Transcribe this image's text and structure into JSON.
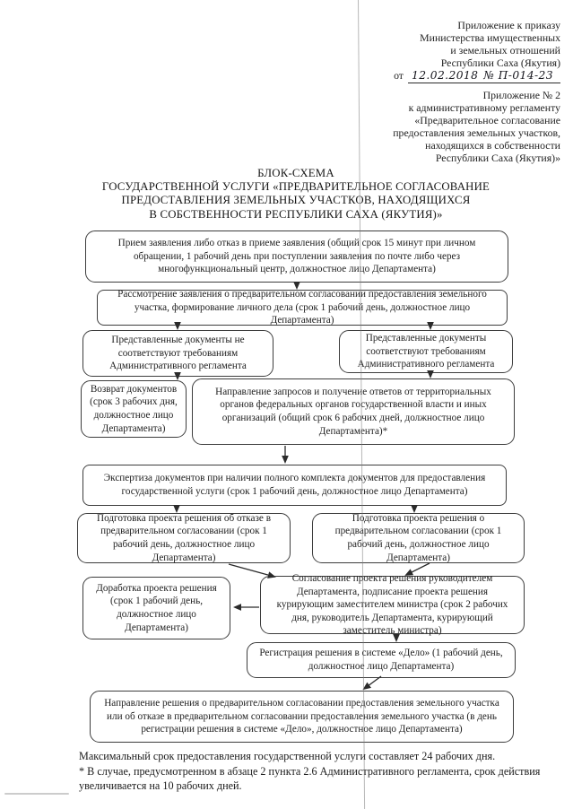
{
  "page": {
    "header_order": {
      "lines": [
        "Приложение к приказу",
        "Министерства имущественных",
        "и земельных отношений",
        "Республики Саха (Якутия)"
      ],
      "date_prefix": "от",
      "date_handwritten": "12.02.2018",
      "number_handwritten": "№ П-014-23"
    },
    "header_appendix": {
      "lines": [
        "Приложение № 2",
        "к административному регламенту",
        "«Предварительное согласование",
        "предоставления земельных участков,",
        "находящихся в собственности",
        "Республики Саха (Якутия)»"
      ]
    },
    "title": {
      "lines": [
        "БЛОК-СХЕМА",
        "ГОСУДАРСТВЕННОЙ УСЛУГИ «ПРЕДВАРИТЕЛЬНОЕ СОГЛАСОВАНИЕ",
        "ПРЕДОСТАВЛЕНИЯ ЗЕМЕЛЬНЫХ УЧАСТКОВ, НАХОДЯЩИХСЯ",
        "В СОБСТВЕННОСТИ РЕСПУБЛИКИ САХА (ЯКУТИЯ)»"
      ]
    },
    "flowchart": {
      "nodes": {
        "reception": "Прием заявления либо отказ в приеме заявления (общий срок 15 минут при личном обращении, 1 рабочий день при поступлении заявления по почте либо через многофункциональный центр, должностное лицо Департамента)",
        "review": "Рассмотрение заявления о предварительном согласовании предоставления земельного участка, формирование личного дела (срок 1 рабочий день, должностное лицо Департамента)",
        "docs_not_compliant": "Представленные документы не соответствуют требованиям Административного регламента",
        "docs_compliant": "Представленные документы соответствуют требованиям Административного регламента",
        "return_documents": "Возврат документов (срок 3 рабочих дня, должностное лицо Департамента)",
        "send_requests": "Направление запросов и получение ответов от территориальных органов федеральных органов государственной власти и иных организаций (общий срок 6 рабочих дней, должностное лицо Департамента)*",
        "expertise": "Экспертиза документов при наличии полного комплекта документов для предоставления государственной услуги (срок 1 рабочий день, должностное лицо Департамента)",
        "draft_refusal": "Подготовка проекта решения об отказе в предварительном согласовании (срок 1 рабочий день, должностное лицо Департамента)",
        "draft_approval": "Подготовка проекта решения о предварительном согласовании (срок 1 рабочий день, должностное лицо Департамента)",
        "rework": "Доработка проекта решения (срок 1 рабочий день, должностное лицо Департамента)",
        "coordination": "Согласование проекта решения руководителем Департамента, подписание проекта решения курирующим заместителем министра (срок 2 рабочих дня, руководитель Департамента, курирующий заместитель министра)",
        "registration": "Регистрация решения в системе «Дело» (1 рабочий день, должностное лицо Департамента)",
        "send_decision": "Направление решения о предварительном согласовании предоставления земельного участка или об отказе в предварительном согласовании предоставления земельного участка (в день регистрации решения в системе «Дело», должностное лицо Департамента)"
      }
    },
    "footer": {
      "max_term": "Максимальный срок предоставления государственной услуги составляет 24 рабочих дня.",
      "note": "* В случае, предусмотренном в абзаце 2 пункта 2.6 Административного регламента, срок действия увеличивается на 10 рабочих дней."
    }
  }
}
